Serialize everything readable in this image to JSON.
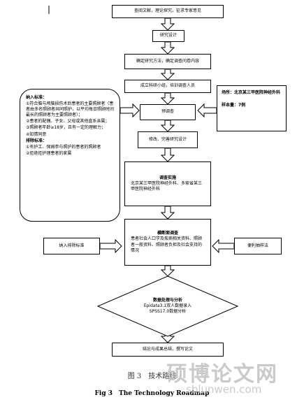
{
  "flow": {
    "step1": "查阅文献，理论探究，征求专家意见",
    "step2": "研究设计",
    "step3": "确定研究方法，确定调查问卷内容",
    "step4": "成立科研小组，培训调查人员",
    "step5": "预调查",
    "step6": "修改、完善研究设计",
    "step7_title": "调查实施",
    "step7_body": "北京某三甲医院神经外科、多家省某三甲医院神经外科",
    "step8_title": "横断面调查",
    "step8_body": "患者社会人口学及疾病相关资料、照顾者一般资料、照顾者负担及社会支持的情况",
    "step9_title": "数据处理与分析",
    "step9_body": "Epidata3.1双人数据录入SPSS17.0数据分析",
    "step10": "结论与成果总结，撰写论文"
  },
  "criteria": {
    "inclusion_title": "纳入标准：",
    "inclusion_items": [
      "①符合脑与颅脑损伤术后患者的主要照顾者（患者由多名照顾者共同照护，以平均每日照顾时间最长的照顾者为主要照顾者）；",
      "②患者的配偶、子女、父母或其他直系亲属；",
      "③照顾者年龄≥18岁，且有一定的理解力；",
      "④知情同意"
    ],
    "exclusion_title": "排除标准：",
    "exclusion_items": [
      "①有护工、保姆参与照护的患者的照顾者",
      "②拒绝拒护理患者的家属"
    ]
  },
  "site": {
    "place": "场所：北京某三甲医院神经外科",
    "sample": "样本量：7例"
  },
  "side": {
    "left": "纳入排除标准",
    "right": "便利抽样法"
  },
  "caption_cn": "图 3　技术路线",
  "caption_en": "Fig 3　The Technology Roadmap",
  "watermark_cn": "硕博论文网",
  "watermark_url": "sblunwen.com"
}
